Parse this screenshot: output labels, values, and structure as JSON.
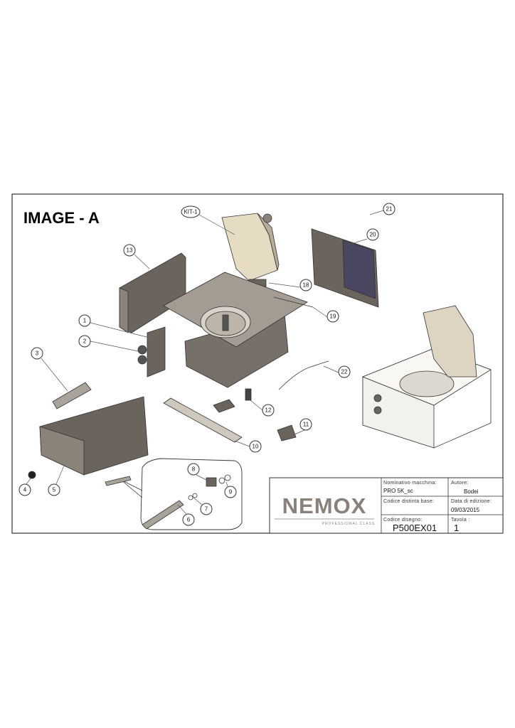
{
  "title": "IMAGE - A",
  "balloons": {
    "kit1": "KIT-1",
    "b1": "1",
    "b2": "2",
    "b3": "3",
    "b4": "4",
    "b5": "5",
    "b6": "6",
    "b7": "7",
    "b8": "8",
    "b9": "9",
    "b10": "10",
    "b11": "11",
    "b12": "12",
    "b13": "13",
    "b18": "18",
    "b19": "19",
    "b20": "20",
    "b21": "21",
    "b22": "22"
  },
  "title_block": {
    "logo": "NEMOX",
    "logo_tagline": "PROFESSIONAL CLASS",
    "machine_name_label": "Nominativo macchina:",
    "machine_name": "PRO 5K_sc",
    "author_label": "Autore:",
    "author": "Bodei",
    "bom_code_label": "Codice distinta base:",
    "edition_date_label": "Data di edizione:",
    "edition_date": "09/03/2015",
    "drawing_code_label": "Codice disegno:",
    "drawing_code": "P500EX01",
    "sheet_label": "Tavola :",
    "sheet": "1"
  },
  "colors": {
    "panel": "#6b645c",
    "top": "#a49c93",
    "lid": "#e6dcc4",
    "logo": "#8a8178"
  }
}
